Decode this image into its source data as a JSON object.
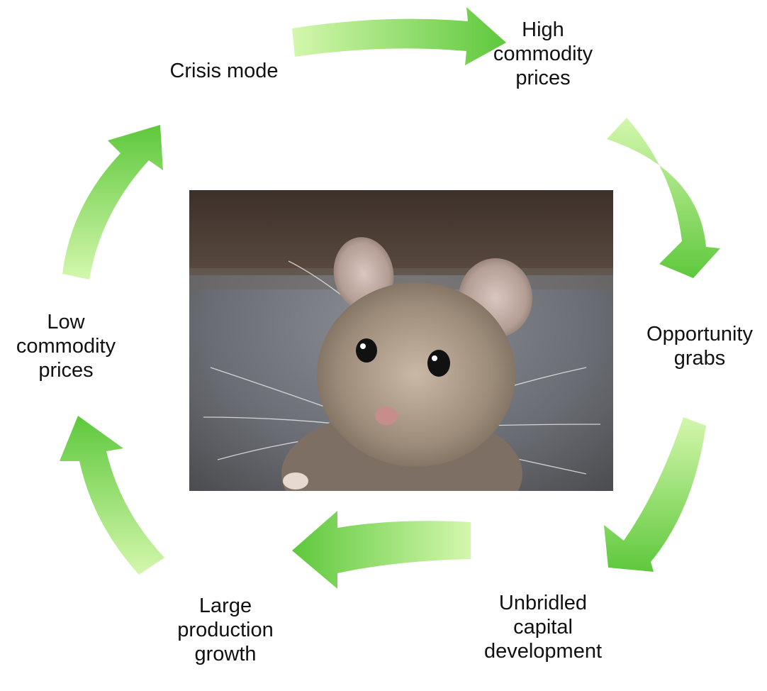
{
  "diagram": {
    "type": "cycle",
    "arrow_color_light": "#c7f59c",
    "arrow_color_dark": "#5cc83a",
    "nodes": [
      {
        "id": "crisis",
        "lines": [
          "Crisis mode"
        ]
      },
      {
        "id": "high-prices",
        "lines": [
          "High",
          "commodity",
          "prices"
        ]
      },
      {
        "id": "opportunity",
        "lines": [
          "Opportunity",
          "grabs"
        ]
      },
      {
        "id": "unbridled",
        "lines": [
          "Unbridled",
          "capital",
          "development"
        ]
      },
      {
        "id": "large-growth",
        "lines": [
          "Large",
          "production",
          "growth"
        ]
      },
      {
        "id": "low-prices",
        "lines": [
          "Low",
          "commodity",
          "prices"
        ]
      }
    ],
    "center_image": "mouse-photo"
  }
}
